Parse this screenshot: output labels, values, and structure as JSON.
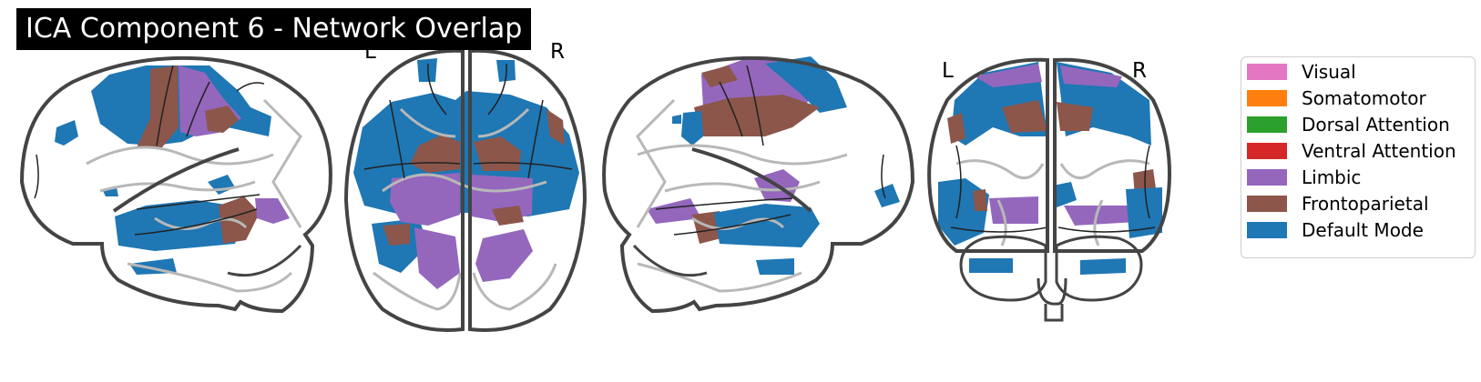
{
  "figure": {
    "title": "ICA Component 6 - Network Overlap",
    "orientation_labels": {
      "axial_left": "L",
      "axial_right": "R",
      "coronal_left": "L",
      "coronal_right": "R"
    }
  },
  "legend": {
    "items": [
      {
        "label": "Visual",
        "color": "#e377c2"
      },
      {
        "label": "Somatomotor",
        "color": "#ff7f0e"
      },
      {
        "label": "Dorsal Attention",
        "color": "#2ca02c"
      },
      {
        "label": "Ventral Attention",
        "color": "#d62728"
      },
      {
        "label": "Limbic",
        "color": "#9467bd"
      },
      {
        "label": "Frontoparietal",
        "color": "#8c564b"
      },
      {
        "label": "Default Mode",
        "color": "#1f77b4"
      }
    ]
  },
  "views": [
    {
      "name": "sagittal-left",
      "networks": [
        "Default Mode",
        "Frontoparietal",
        "Limbic"
      ]
    },
    {
      "name": "axial",
      "networks": [
        "Default Mode",
        "Frontoparietal",
        "Limbic"
      ]
    },
    {
      "name": "sagittal-right",
      "networks": [
        "Default Mode",
        "Frontoparietal",
        "Limbic"
      ]
    },
    {
      "name": "coronal",
      "networks": [
        "Default Mode",
        "Frontoparietal",
        "Limbic"
      ]
    }
  ]
}
